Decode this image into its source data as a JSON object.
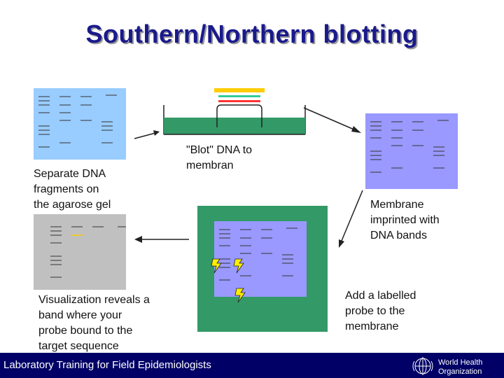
{
  "title": "Southern/Northern blotting",
  "steps": [
    {
      "lines": [
        "Separate DNA",
        "fragments on",
        "the agarose gel"
      ]
    },
    {
      "lines": [
        "\"Blot\" DNA to",
        "membran"
      ]
    },
    {
      "lines": [
        "Membrane",
        "imprinted with",
        "DNA bands"
      ]
    },
    {
      "lines": [
        "Add a labelled",
        "probe to the",
        "membrane"
      ]
    },
    {
      "lines": [
        "Visualization reveals a",
        "band where your",
        "probe bound to the",
        "target sequence"
      ]
    }
  ],
  "footer": {
    "text": "Laboratory Training for Field Epidemiologists",
    "logo_lines": [
      "World Health",
      "Organization"
    ]
  },
  "colors": {
    "title": "#1a1a8c",
    "gel": "#99ccff",
    "membrane": "#9999ff",
    "tray": "#339966",
    "result": "#c0c0c0",
    "footer": "#000066",
    "probe_bar_1": "#ffcc00",
    "probe_bar_2": "#33cc99",
    "probe_bar_3": "#ff3333",
    "detected_band": "#ffcc00"
  }
}
